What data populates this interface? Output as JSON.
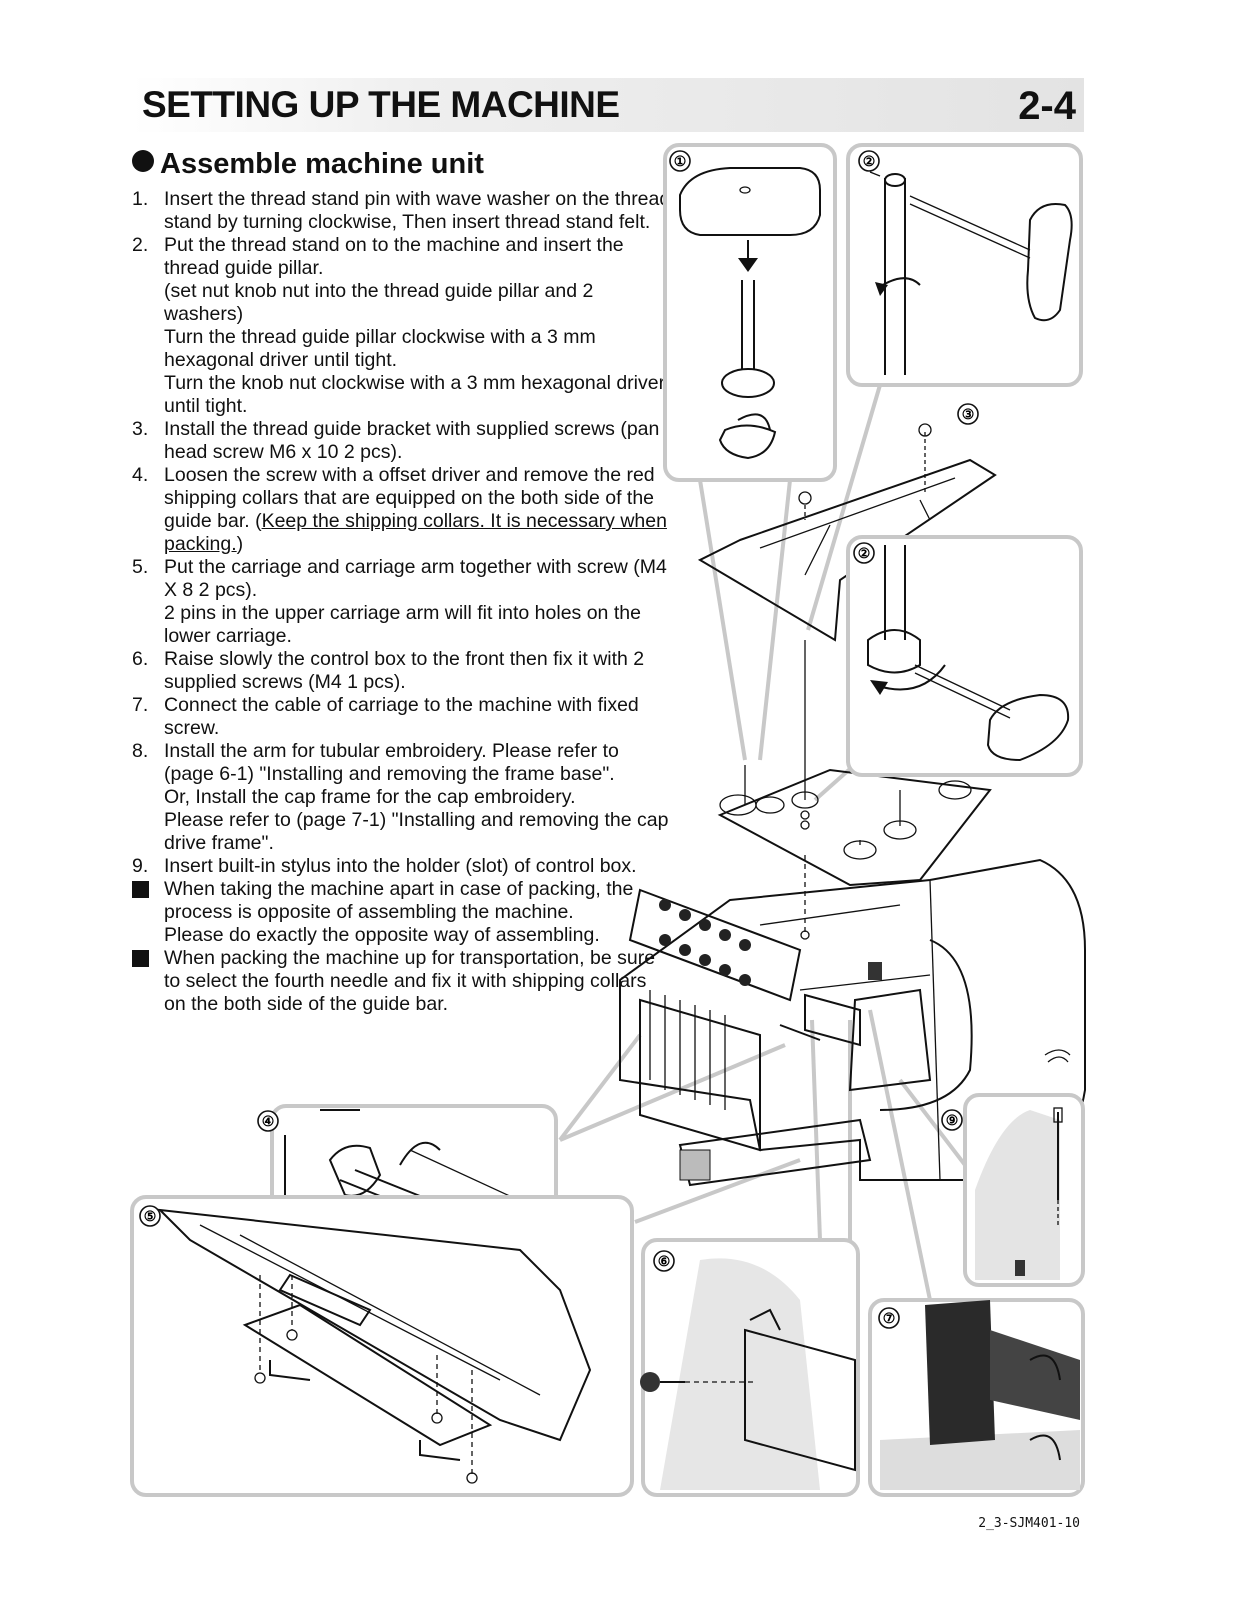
{
  "header": {
    "title": "SETTING UP THE MACHINE",
    "page_number": "2-4"
  },
  "section": {
    "title": "Assemble machine unit"
  },
  "steps": [
    {
      "n": "1.",
      "lines": [
        "Insert the thread stand pin with wave washer on the thread stand by turning clockwise, Then insert thread stand felt."
      ]
    },
    {
      "n": "2.",
      "lines": [
        "Put the thread stand on to the machine and insert the thread guide pillar.",
        "(set nut knob nut into the thread guide pillar and 2 washers)",
        "Turn the thread guide pillar clockwise with a 3 mm hexagonal driver until tight.",
        "Turn the knob nut clockwise with a 3 mm hexagonal driver until tight."
      ]
    },
    {
      "n": "3.",
      "lines": [
        "Install the thread guide bracket with supplied screws (pan head screw M6 x 10  2 pcs)."
      ]
    },
    {
      "n": "4.",
      "text_before": "Loosen the screw with a offset driver and remove the red shipping collars that are equipped on the both side of the guide bar. (",
      "underlined": "Keep the shipping collars. It is necessary when packing.",
      "text_after": ")"
    },
    {
      "n": "5.",
      "lines": [
        "Put the carriage and carriage arm together with screw (M4 X 8  2 pcs).",
        "2 pins in the upper carriage arm will fit into holes on the lower carriage."
      ]
    },
    {
      "n": "6.",
      "lines": [
        "Raise slowly the control box to the front then fix it with 2 supplied screws (M4  1 pcs)."
      ]
    },
    {
      "n": "7.",
      "lines": [
        "Connect the cable of carriage  to the machine with fixed screw."
      ]
    },
    {
      "n": "8.",
      "lines": [
        "Install the arm for tubular embroidery. Please refer to (page 6-1) \"Installing and removing the frame base\".",
        "Or, Install the cap frame for the cap embroidery.",
        "Please refer to (page 7-1) \"Installing and removing the cap drive frame\"."
      ]
    },
    {
      "n": "9.",
      "lines": [
        "Insert built-in stylus into the holder (slot) of control box."
      ]
    }
  ],
  "notes": [
    {
      "lines": [
        "When taking the machine apart in case of packing, the process is opposite of assembling the machine.",
        "Please do exactly the opposite way of assembling."
      ]
    },
    {
      "lines": [
        "When packing the machine up for transportation, be sure to select the fourth needle and fix it  with shipping collars on the both side of the guide bar."
      ]
    }
  ],
  "figure_callouts": [
    "①",
    "②",
    "③",
    "②",
    "④",
    "⑤",
    "⑥",
    "⑦",
    "⑨"
  ],
  "footer": {
    "code": "2_3-SJM401-10"
  }
}
